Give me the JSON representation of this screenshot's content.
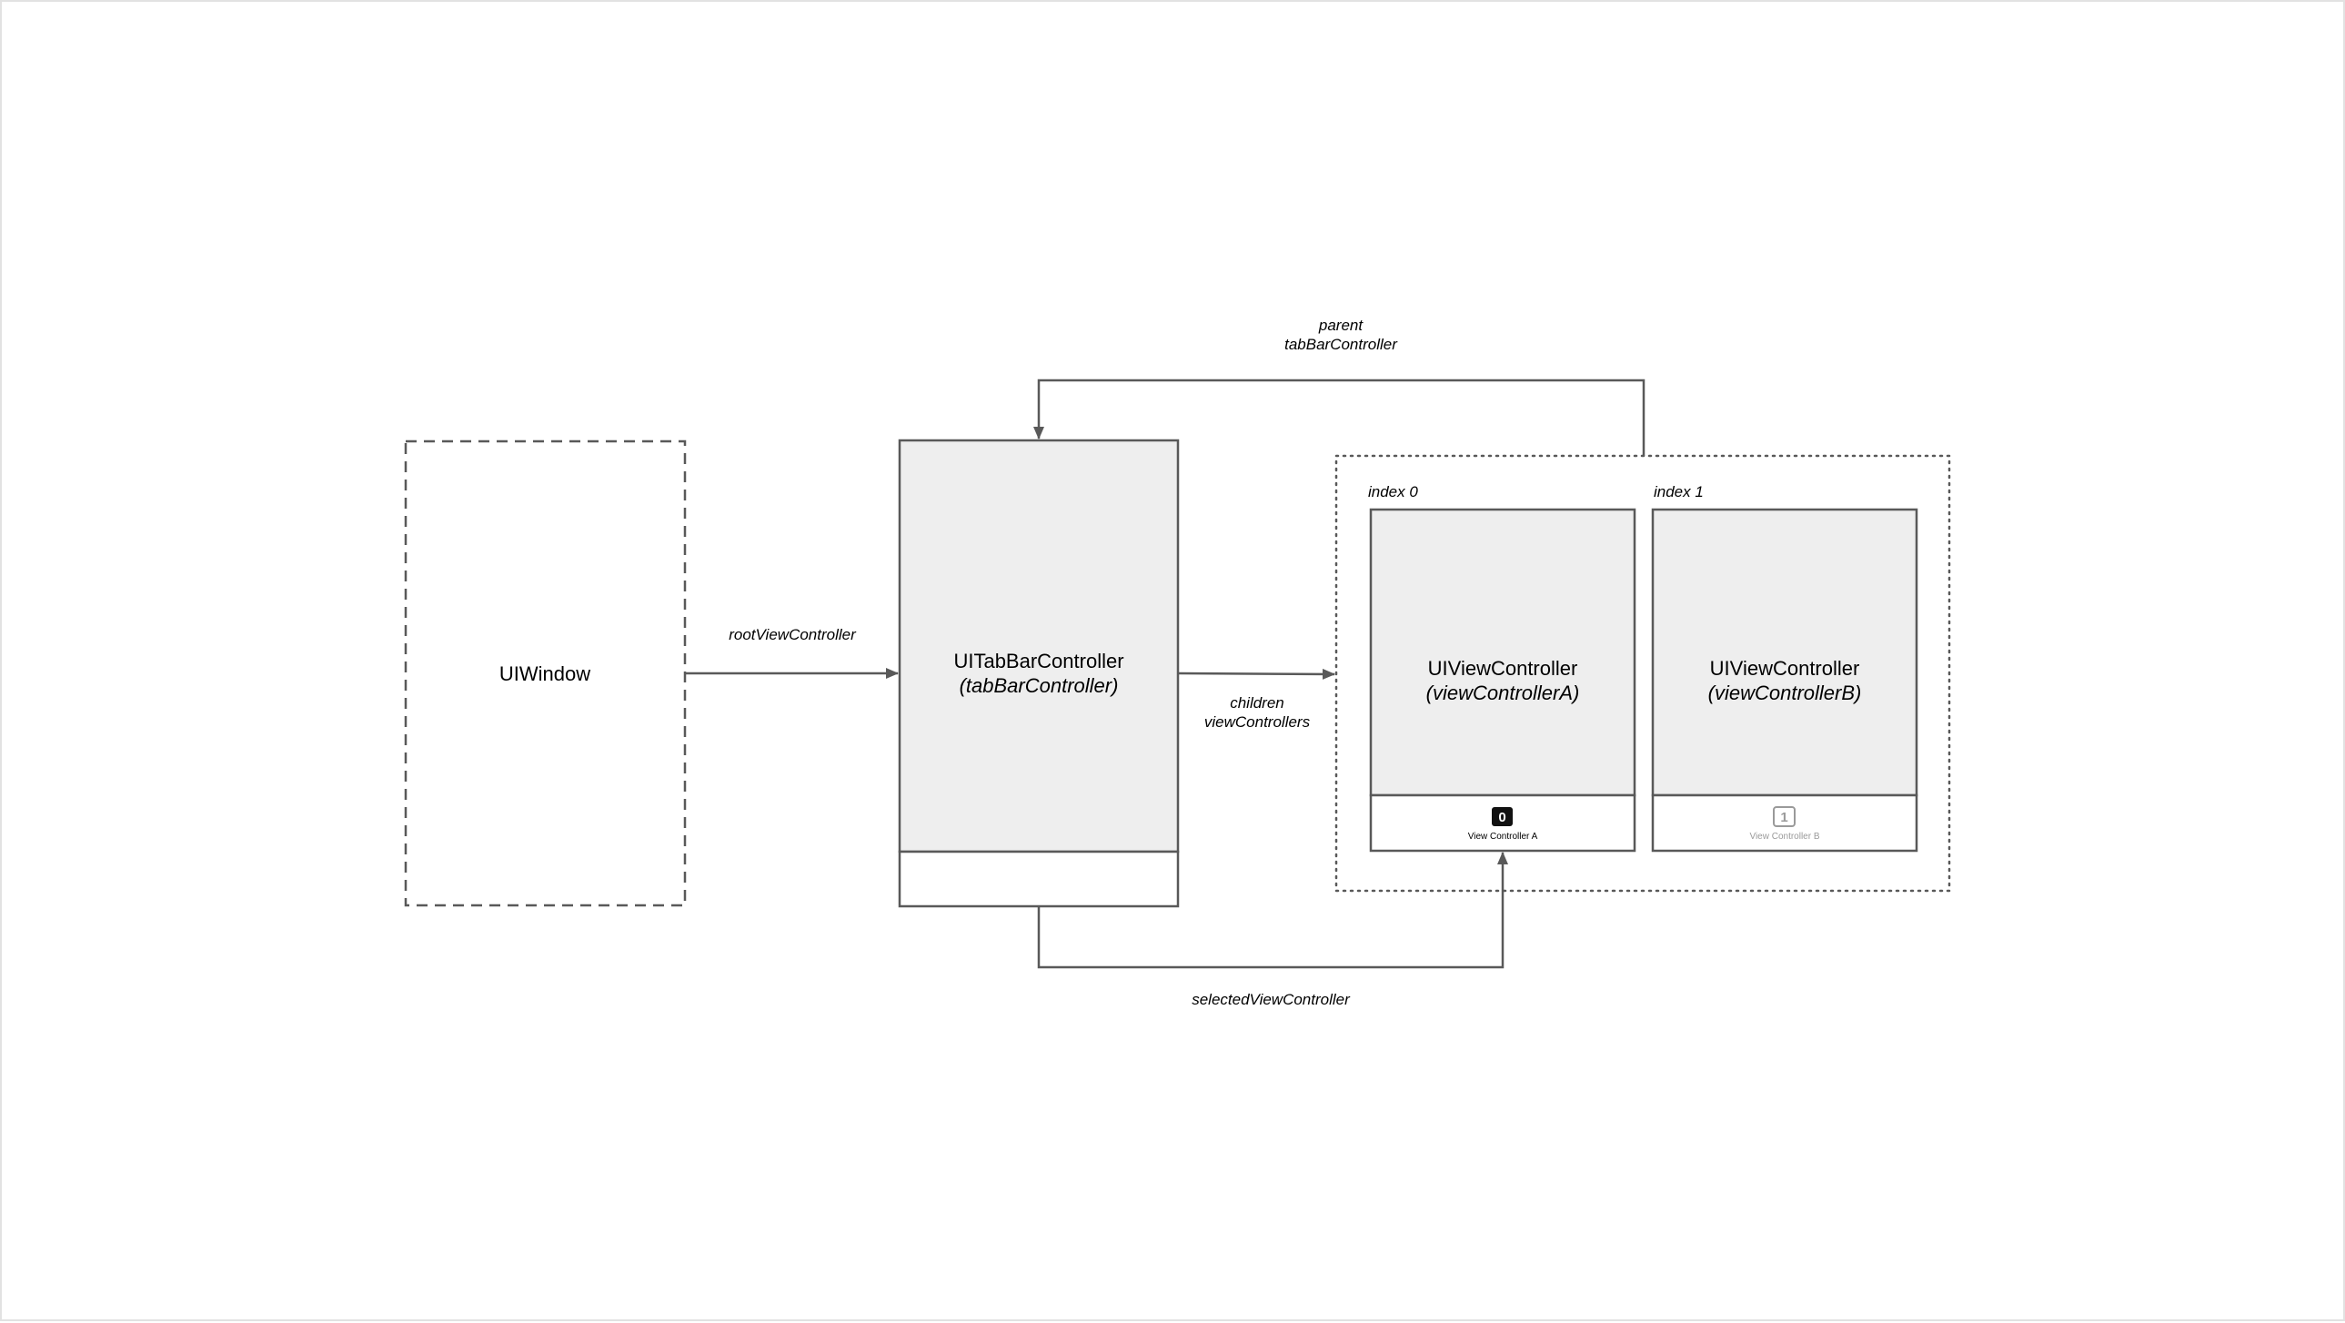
{
  "window": {
    "label": "UIWindow"
  },
  "tab_bar_controller": {
    "title": "UITabBarController",
    "subtitle": "(tabBarController)"
  },
  "children": [
    {
      "index_label": "index 0",
      "title": "UIViewController",
      "subtitle": "(viewControllerA)",
      "tab_glyph": "0",
      "tab_label": "View Controller A",
      "selected": true
    },
    {
      "index_label": "index 1",
      "title": "UIViewController",
      "subtitle": "(viewControllerB)",
      "tab_glyph": "1",
      "tab_label": "View Controller B",
      "selected": false
    }
  ],
  "edges": {
    "root_view_controller": "rootViewController",
    "children_line1": "children",
    "children_line2": "viewControllers",
    "parent_line1": "parent",
    "parent_line2": "tabBarController",
    "selected_view_controller": "selectedViewController"
  },
  "colors": {
    "stroke": "#595959",
    "fill": "#eeeeee",
    "dim": "#9a9a9a"
  }
}
